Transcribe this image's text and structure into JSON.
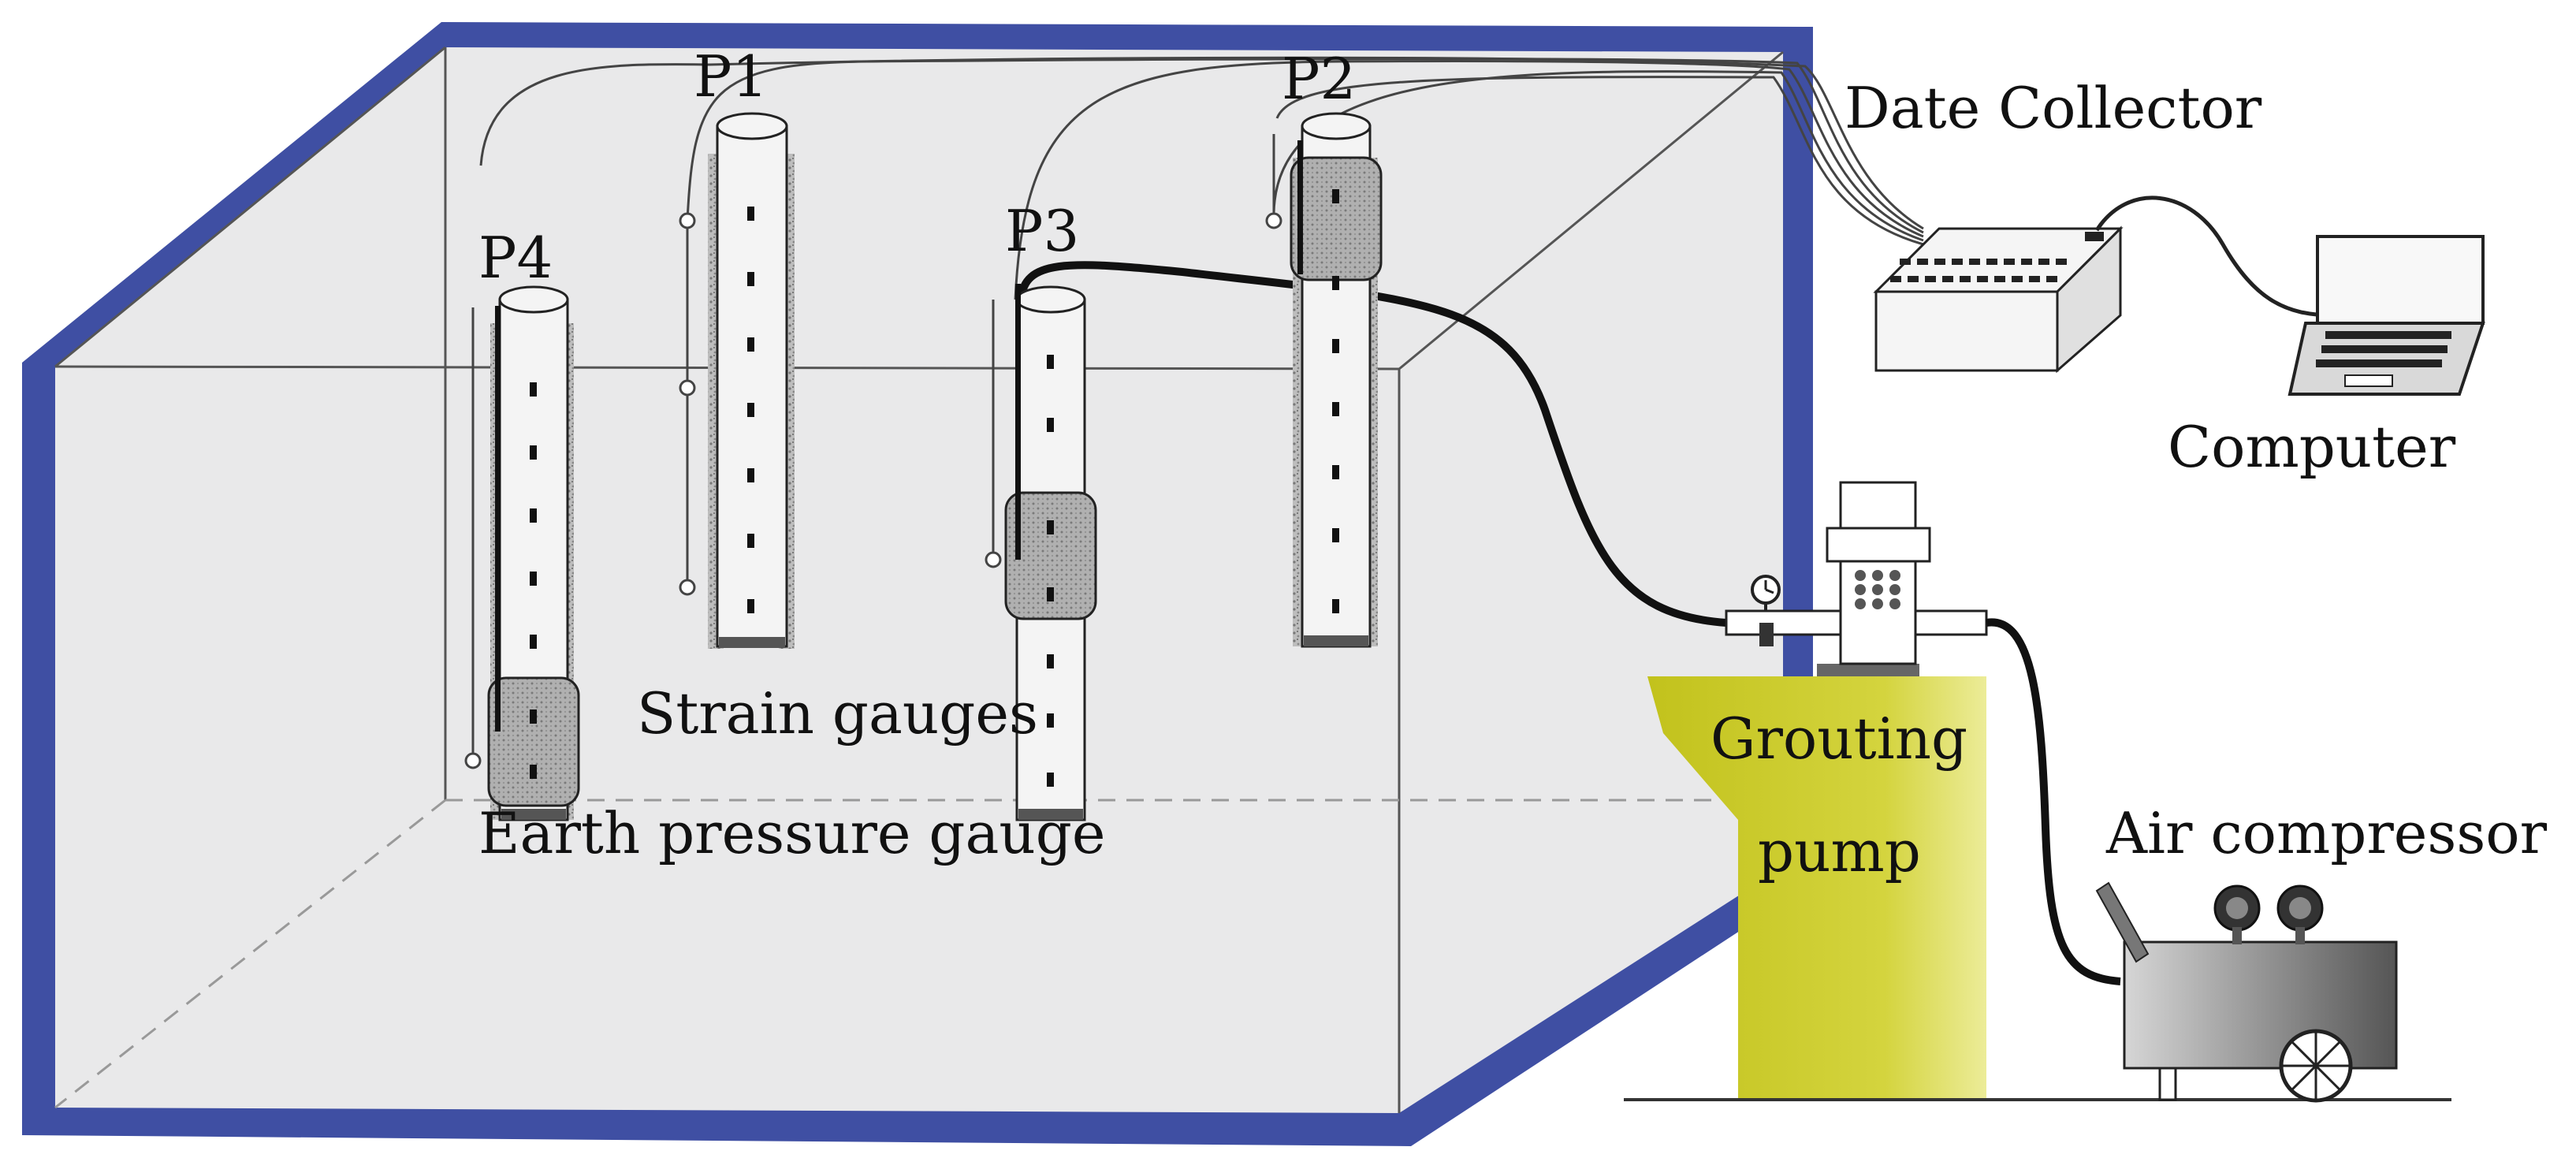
{
  "labels": {
    "p1": "P1",
    "p2": "P2",
    "p3": "P3",
    "p4": "P4",
    "strain_gauges": "Strain gauges",
    "earth_pressure_gauge": "Earth pressure gauge",
    "date_collector": "Date Collector",
    "computer": "Computer",
    "grouting_pump_line1": "Grouting",
    "grouting_pump_line2": "pump",
    "air_compressor": "Air compressor"
  },
  "colors": {
    "box_frame": "#3f4fa3",
    "box_fill": "#e9e9ea",
    "pump_base": "#c9c82a",
    "soil_texture": "#9a9a9a",
    "grout_zone": "#a9a9a9"
  },
  "icons": {
    "computer": "laptop-icon",
    "collector": "data-logger-icon",
    "compressor": "air-compressor-icon",
    "pressure_gauge": "pressure-gauge-icon"
  }
}
